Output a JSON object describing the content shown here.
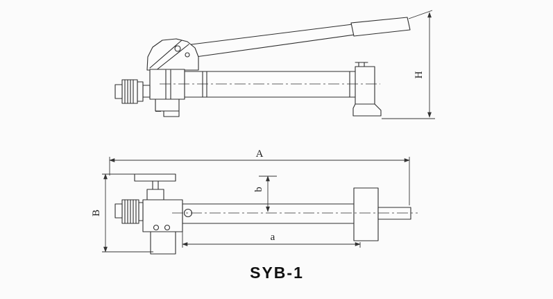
{
  "title": "SYB-1",
  "dims": {
    "A": "A",
    "B": "B",
    "H": "H",
    "a": "a",
    "b": "b"
  },
  "colors": {
    "line": "#2e2e2e",
    "dimension": "#333333",
    "background": "#fbfbfb"
  }
}
